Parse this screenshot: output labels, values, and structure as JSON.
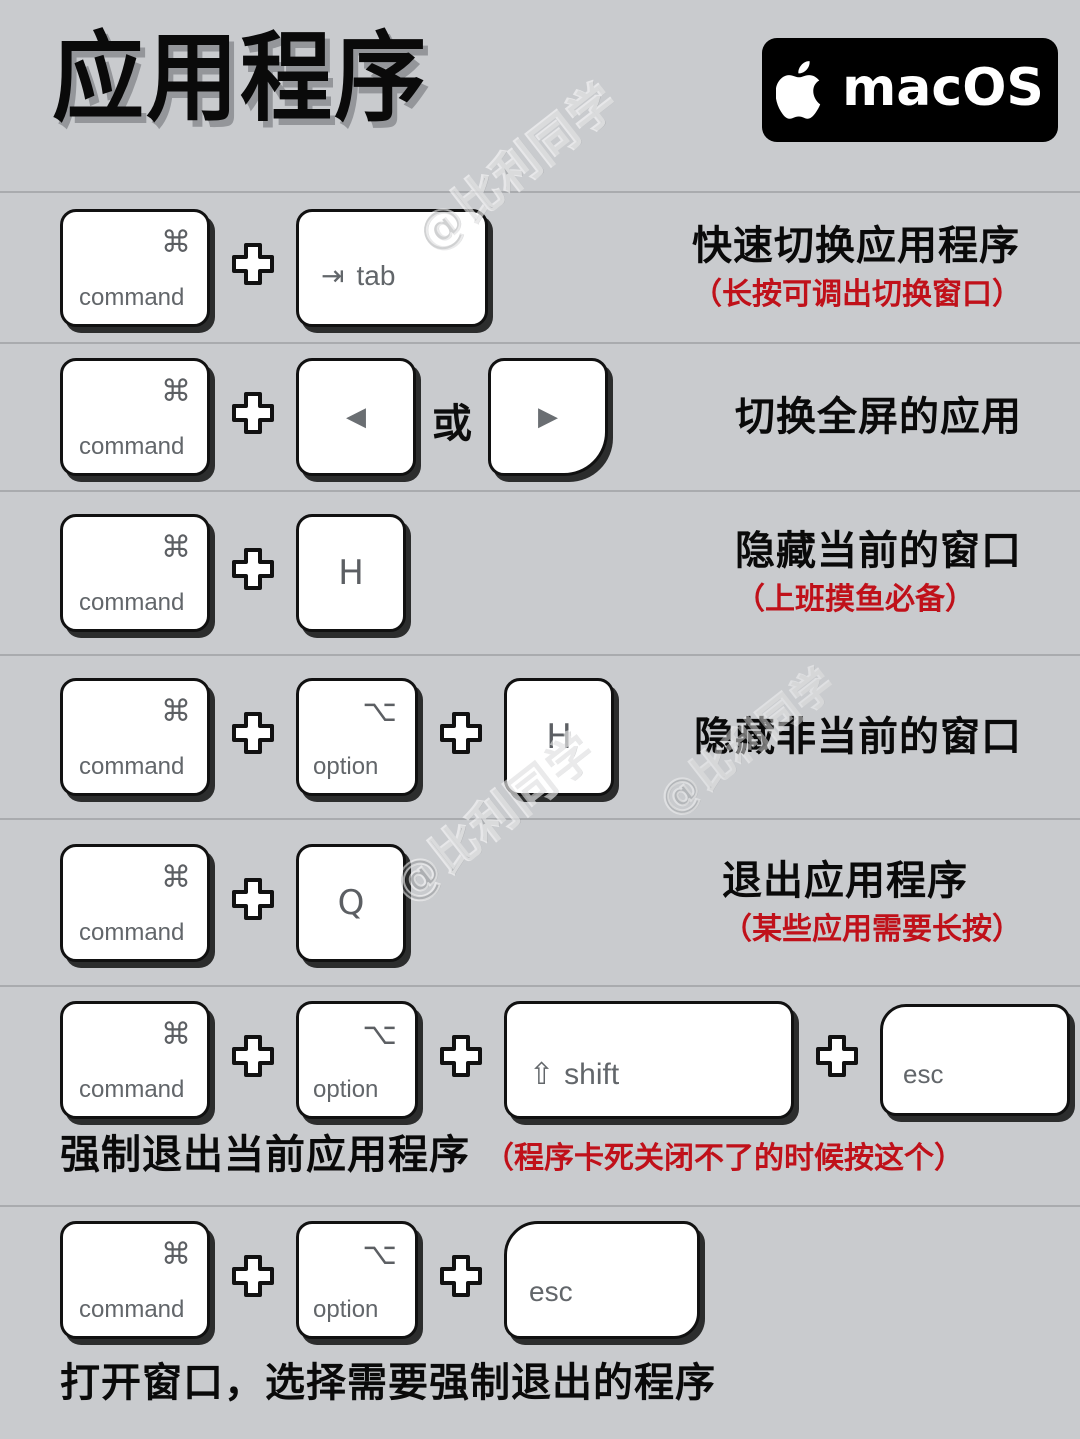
{
  "page": {
    "background_color": "#c9cbce",
    "divider_color": "#a9abae",
    "accent_red": "#c0111a",
    "title": "应用程序",
    "watermark": "@比利同学"
  },
  "badge": {
    "icon": "apple-logo",
    "text": "macOS",
    "background_color": "#000000",
    "text_color": "#ffffff"
  },
  "keys": {
    "command": {
      "glyph": "⌘",
      "label": "command"
    },
    "option": {
      "glyph": "⌥",
      "label": "option"
    },
    "tab": {
      "glyph": "⇥",
      "label": "tab"
    },
    "shift": {
      "glyph": "⇧",
      "label": "shift"
    },
    "esc": {
      "label": "esc"
    },
    "h": {
      "label": "H"
    },
    "q": {
      "label": "Q"
    },
    "arrow_left": {
      "glyph": "◀"
    },
    "arrow_right": {
      "glyph": "▶"
    },
    "plus": "+",
    "or": "或"
  },
  "rows": [
    {
      "id": "switch-apps",
      "sequence": [
        "command",
        "+",
        "tab"
      ],
      "title": "快速切换应用程序",
      "note": "（长按可调出切换窗口）"
    },
    {
      "id": "switch-fullscreen-apps",
      "sequence": [
        "command",
        "+",
        "arrow-left",
        "或",
        "arrow-right"
      ],
      "title": "切换全屏的应用",
      "note": ""
    },
    {
      "id": "hide-current-window",
      "sequence": [
        "command",
        "+",
        "H"
      ],
      "title": "隐藏当前的窗口",
      "note": "（上班摸鱼必备）"
    },
    {
      "id": "hide-other-windows",
      "sequence": [
        "command",
        "+",
        "option",
        "+",
        "H"
      ],
      "title": "隐藏非当前的窗口",
      "note": ""
    },
    {
      "id": "quit-app",
      "sequence": [
        "command",
        "+",
        "Q"
      ],
      "title": "退出应用程序",
      "note": "（某些应用需要长按）"
    },
    {
      "id": "force-quit-current-app",
      "sequence": [
        "command",
        "+",
        "option",
        "+",
        "shift",
        "+",
        "esc"
      ],
      "title": "强制退出当前应用程序",
      "note": "（程序卡死关闭不了的时候按这个）"
    },
    {
      "id": "force-quit-dialog",
      "sequence": [
        "command",
        "+",
        "option",
        "+",
        "esc"
      ],
      "title": "打开窗口，选择需要强制退出的程序",
      "note": ""
    }
  ]
}
